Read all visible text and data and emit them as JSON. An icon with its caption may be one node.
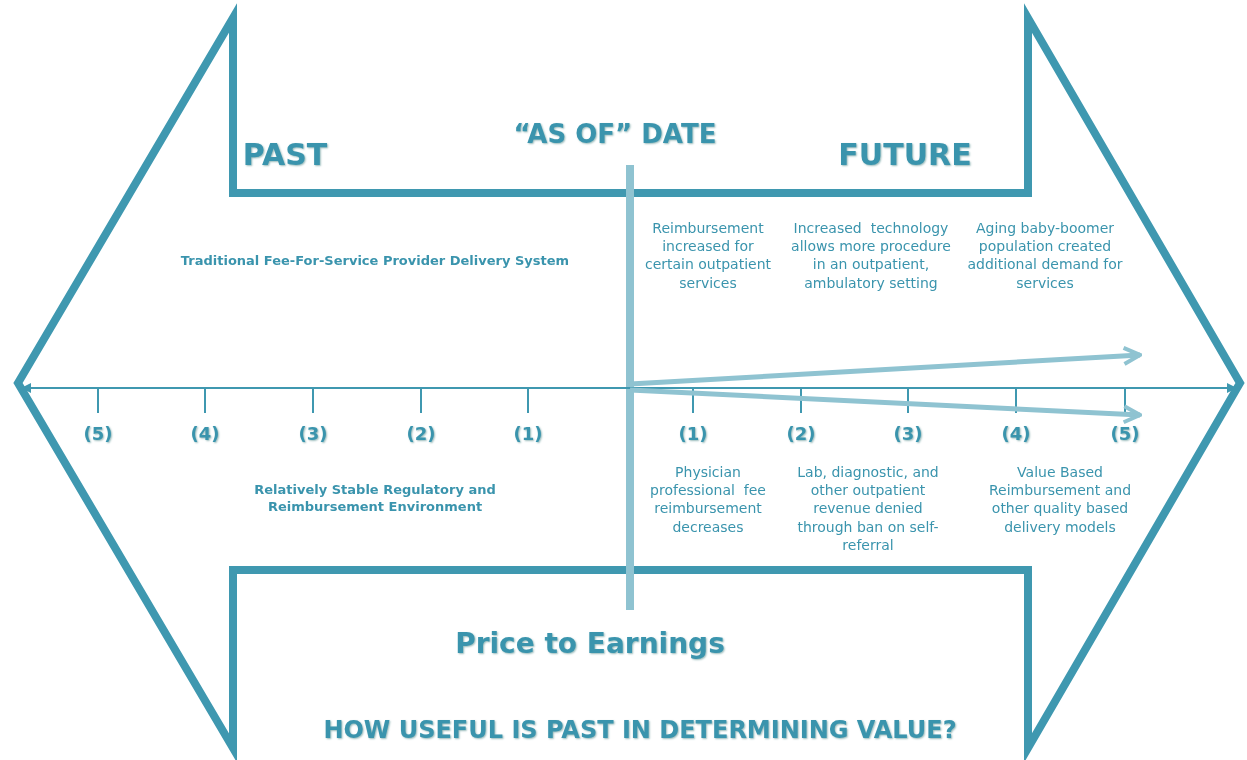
{
  "diagram": {
    "caption": "HOW USEFUL IS PAST IN DETERMINING VALUE?",
    "labels": [
      "PAST",
      "“AS OF” DATE",
      "FUTURE",
      "Traditional Fee-For-Service Provider Delivery System",
      "Reimbursement increased for certain outpatient services",
      "Increased  technology allows more procedure in an outpatient, ambulatory setting",
      "Aging baby-boomer population created additional demand for services",
      "(5)",
      "(4)",
      "(3)",
      "(2)",
      "(1)",
      "(1)",
      "(2)",
      "(3)",
      "(4)",
      "(5)",
      "Relatively Stable Regulatory and Reimbursement Environment",
      "Physician professional  fee reimbursement decreases",
      "Lab, diagnostic, and other outpatient revenue denied through ban on self-referral",
      "Value Based Reimbursement and other quality based delivery models",
      "Price to Earnings"
    ]
  }
}
